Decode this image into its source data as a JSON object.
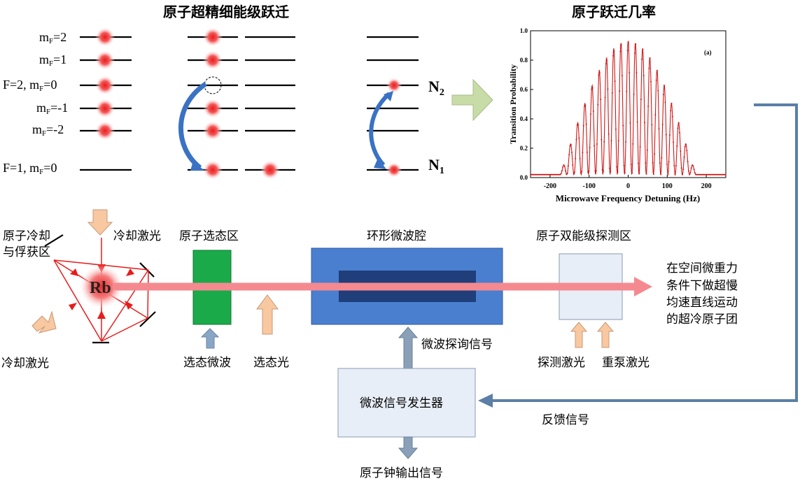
{
  "diagram": {
    "title_hyperfine": "原子超精细能级跃迁",
    "title_probability": "原子跃迁几率",
    "level_labels": {
      "mf2_base": "m",
      "mf2_sub": "F",
      "mf2_val": "=2",
      "mf1_base": "m",
      "mf1_sub": "F",
      "mf1_val": "=1",
      "f2_pre": "F=2, m",
      "f2_sub": "F",
      "f2_val": "=0",
      "mfm1_base": "m",
      "mfm1_sub": "F",
      "mfm1_val": "=-1",
      "mfm2_base": "m",
      "mfm2_sub": "F",
      "mfm2_val": "=-2",
      "f1_pre": "F=1, m",
      "f1_sub": "F",
      "f1_val": "=0"
    },
    "n2_base": "N",
    "n2_sub": "2",
    "n1_base": "N",
    "n1_sub": "1",
    "cooling_zone_line1": "原子冷却",
    "cooling_zone_line2": "与俘获区",
    "cooling_laser_top": "冷却激光",
    "cooling_laser_bottom": "冷却激光",
    "rb_label": "Rb",
    "state_select_zone": "原子选态区",
    "state_select_microwave": "选态微波",
    "state_select_light": "选态光",
    "ring_cavity": "环形微波腔",
    "detection_zone": "原子双能级探测区",
    "probe_laser": "探测激光",
    "repump_laser": "重泵激光",
    "atom_motion_line1": "在空间微重力",
    "atom_motion_line2": "条件下做超慢",
    "atom_motion_line3": "均速直线运动",
    "atom_motion_line4": "的超冷原子团",
    "microwave_interrogation": "微波探询信号",
    "microwave_generator": "微波信号发生器",
    "feedback": "反馈信号",
    "clock_output": "原子钟输出信号",
    "colors": {
      "atom_red": "#ee2020",
      "beam_pink": "#f48a90",
      "cavity_blue": "#4a7fd0",
      "cavity_core": "#1f3e7a",
      "select_green": "#1aaa4a",
      "transition_arrow_blue": "#3a72c4",
      "feedback_line": "#5b7fa6",
      "pale_arrow": "#f8c8a0",
      "green_arrow": "#c8dca8"
    }
  },
  "chart_data": {
    "type": "line",
    "panel_label": "(a)",
    "xlabel": "Microwave Frequency Detuning (Hz)",
    "ylabel": "Transition Probability",
    "xlim": [
      -250,
      250
    ],
    "ylim": [
      0.0,
      1.0
    ],
    "x_ticks": [
      "-200",
      "-100",
      "0",
      "100",
      "200"
    ],
    "y_ticks": [
      "0.0",
      "0.2",
      "0.4",
      "0.6",
      "0.8",
      "1.0"
    ],
    "fringe_period_hz": 18.5,
    "envelope_peak": 0.93,
    "envelope_center_hz": 0,
    "envelope_halfwidth_hz": 160,
    "series": [
      {
        "color": "#d01818"
      }
    ]
  }
}
